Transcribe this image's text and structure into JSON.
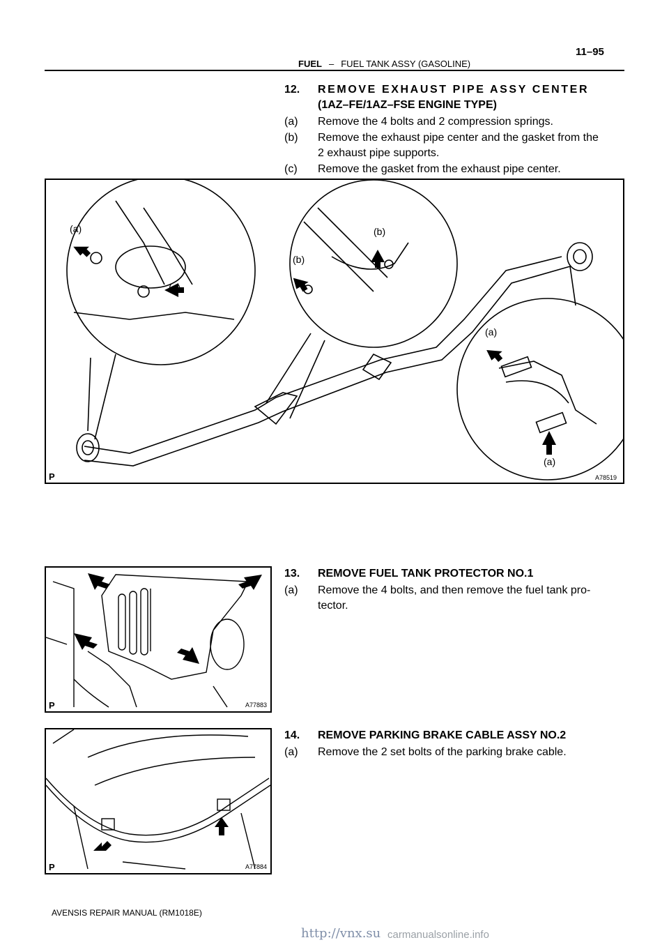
{
  "header": {
    "section": "FUEL",
    "dash": "–",
    "subsection": "FUEL TANK ASSY (GASOLINE)",
    "page_number": "11–95"
  },
  "step12": {
    "number": "12.",
    "title_line1": "REMOVE EXHAUST PIPE ASSY CENTER",
    "title_line2": "(1AZ–FE/1AZ–FSE ENGINE TYPE)",
    "substeps": [
      {
        "label": "(a)",
        "text": "Remove the 4 bolts and 2 compression springs."
      },
      {
        "label": "(b)",
        "text": "Remove the exhaust pipe center and the gasket from the",
        "text2": "2 exhaust pipe supports."
      },
      {
        "label": "(c)",
        "text": "Remove the gasket from the exhaust pipe center."
      }
    ]
  },
  "figure1": {
    "corner": "P",
    "code": "A78519",
    "callouts": {
      "a1": "(a)",
      "a2": "(a)",
      "b1": "(b)",
      "b2": "(b)",
      "a3": "(a)",
      "a4": "(a)"
    }
  },
  "step13": {
    "number": "13.",
    "title": "REMOVE FUEL TANK PROTECTOR NO.1",
    "substeps": [
      {
        "label": "(a)",
        "text": "Remove the 4 bolts, and then remove  the fuel tank pro-",
        "text2": "tector."
      }
    ]
  },
  "figure2": {
    "corner": "P",
    "code": "A77883"
  },
  "step14": {
    "number": "14.",
    "title": "REMOVE PARKING BRAKE CABLE ASSY NO.2",
    "substeps": [
      {
        "label": "(a)",
        "text": "Remove the 2 set bolts of the parking brake cable."
      }
    ]
  },
  "figure3": {
    "corner": "P",
    "code": "A77884"
  },
  "footer": {
    "manual": "AVENSIS REPAIR MANUAL   (RM1018E)",
    "link": "http://vnx.su",
    "watermark": "carmanualsonline.info"
  }
}
